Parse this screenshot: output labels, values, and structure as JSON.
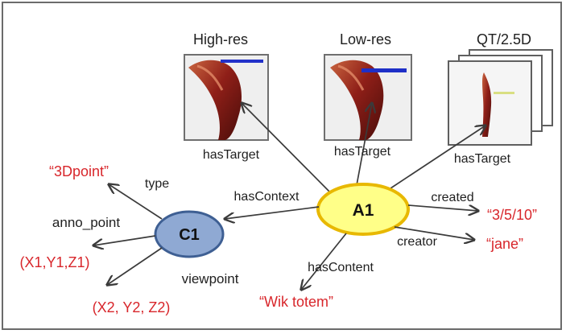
{
  "thumbnails": {
    "high_res": {
      "title": "High-res"
    },
    "low_res": {
      "title": "Low-res"
    },
    "qt": {
      "title": "QT/2.5D"
    }
  },
  "nodes": {
    "a1": {
      "label": "A1",
      "fill": "#ffff88",
      "stroke": "#e8b800"
    },
    "c1": {
      "label": "C1",
      "fill": "#8fa9d3",
      "stroke": "#3e5f93"
    }
  },
  "edges": {
    "has_target_1": "hasTarget",
    "has_target_2": "hasTarget",
    "has_target_3": "hasTarget",
    "has_context": "hasContext",
    "created": "created",
    "creator": "creator",
    "has_content": "hasContent",
    "type": "type",
    "anno_point": "anno_point",
    "viewpoint": "viewpoint"
  },
  "values": {
    "created_value": "“3/5/10”",
    "creator_value": "“jane”",
    "content_value": "“Wik totem”",
    "type_value": "“3Dpoint”",
    "anno_point_value": "(X1,Y1,Z1)",
    "viewpoint_value": "(X2, Y2, Z2)"
  },
  "colors": {
    "value_text": "#d8262b",
    "edge_text": "#1f1f1f",
    "frame": "#6b6b6b",
    "arrow": "#3b3b3b"
  }
}
